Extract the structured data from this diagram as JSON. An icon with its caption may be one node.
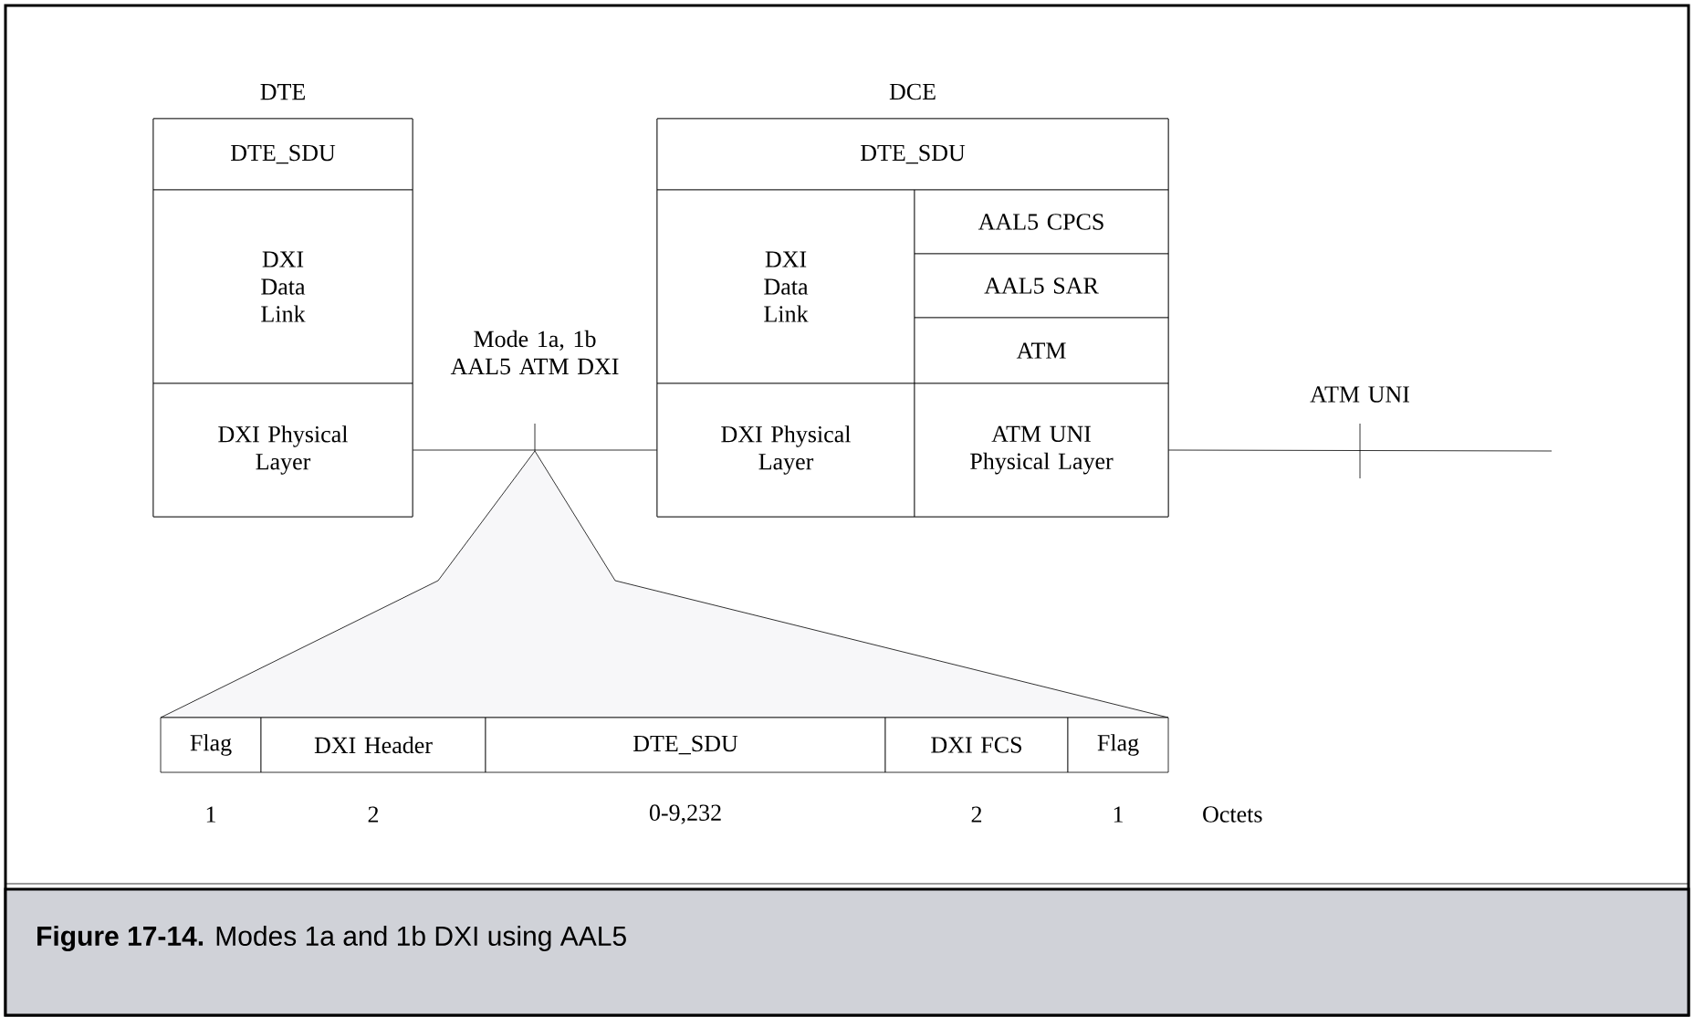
{
  "diagram": {
    "caption": "**Figure 17-14.** Modes 1a and 1b DXI using AAL5",
    "nodes": [
      {
        "text": [
          "DTE"
        ]
      },
      {
        "text": [
          "DTE_SDU"
        ],
        "in": 0
      },
      {
        "text": [
          "DXI Data Link"
        ],
        "in": 0
      },
      {
        "text": [
          "DXI Physical Layer"
        ],
        "in": 0
      },
      {
        "text": [
          "DCE"
        ]
      },
      {
        "text": [
          "DTE_SDU"
        ],
        "in": 4
      },
      {
        "text": [
          "DXI Data Link"
        ],
        "in": 4
      },
      {
        "text": [
          "AAL5 CPCS"
        ],
        "in": 4
      },
      {
        "text": [
          "AAL5 SAR"
        ],
        "in": 4
      },
      {
        "text": [
          "ATM"
        ],
        "in": 4
      },
      {
        "text": [
          "DXI Physical Layer"
        ],
        "in": 4
      },
      {
        "text": [
          "ATM UNI Physical Layer"
        ],
        "in": 4
      },
      {
        "text": [
          "Flag"
        ],
        "beside": [
          "1"
        ]
      },
      {
        "text": [
          "DXI Header"
        ],
        "beside": [
          "2"
        ]
      },
      {
        "text": [
          "DTE_SDU"
        ],
        "beside": [
          "0-9,232"
        ]
      },
      {
        "text": [
          "DXI FCS"
        ],
        "beside": [
          "2"
        ]
      },
      {
        "text": [
          "Flag"
        ],
        "beside": [
          "1"
        ]
      }
    ],
    "edges": [
      {
        "from": 3,
        "to": 10,
        "arrow": "none",
        "label": "Mode 1a, 1b AAL5 ATM DXI"
      },
      {
        "from": 11,
        "to": null,
        "arrow": "none",
        "label": "ATM UNI"
      }
    ],
    "labels": [
      "Octets"
    ]
  }
}
